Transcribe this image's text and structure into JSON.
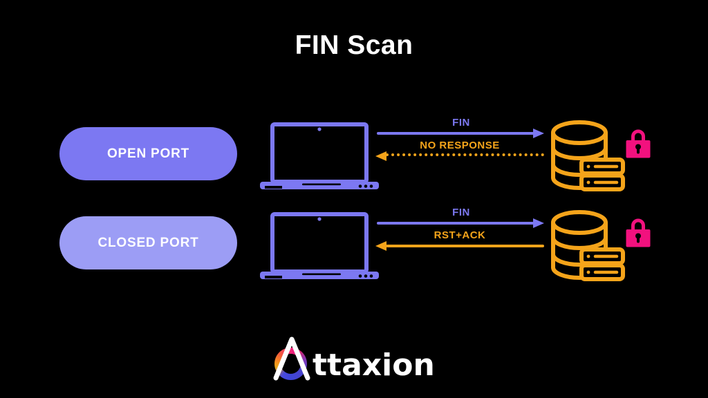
{
  "title": "FIN Scan",
  "colors": {
    "bg": "#000000",
    "purple": "#7c78f2",
    "purple_light": "#9c9df5",
    "orange": "#f5a41a",
    "pink": "#f2117e",
    "text": "#ffffff"
  },
  "rows": [
    {
      "label": "OPEN PORT",
      "request": {
        "label": "FIN",
        "direction": "right",
        "style": "solid",
        "color": "#7c78f2"
      },
      "response": {
        "label": "NO RESPONSE",
        "direction": "left",
        "style": "dotted",
        "color": "#f5a41a"
      }
    },
    {
      "label": "CLOSED PORT",
      "request": {
        "label": "FIN",
        "direction": "right",
        "style": "solid",
        "color": "#7c78f2"
      },
      "response": {
        "label": "RST+ACK",
        "direction": "left",
        "style": "solid",
        "color": "#f5a41a"
      }
    }
  ],
  "icons": {
    "client": "laptop-icon",
    "target": "database-server-icon",
    "security": "padlock-icon"
  },
  "logo": {
    "brand": "Attaxion",
    "wordmark_rest": "ttaxion"
  }
}
